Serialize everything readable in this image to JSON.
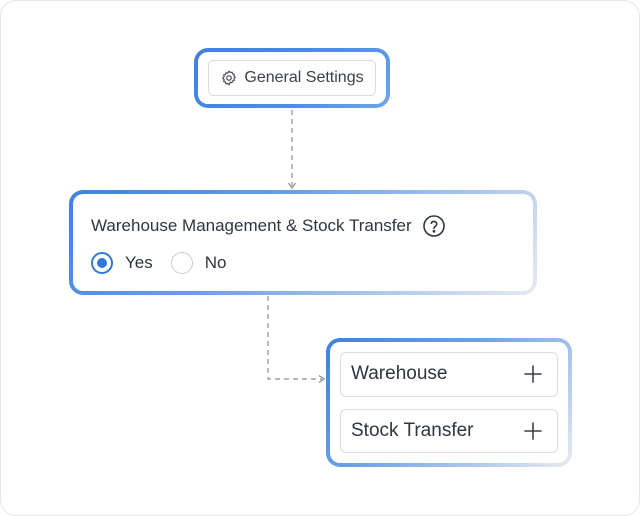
{
  "nodes": {
    "general_settings": {
      "label": "General Settings",
      "icon": "gear-icon"
    },
    "question": {
      "label": "Warehouse Management & Stock Transfer",
      "help_icon": "question-mark-icon",
      "options": [
        {
          "label": "Yes",
          "selected": true
        },
        {
          "label": "No",
          "selected": false
        }
      ]
    },
    "modules": [
      {
        "label": "Warehouse",
        "icon": "plus-icon"
      },
      {
        "label": "Stock Transfer",
        "icon": "plus-icon"
      }
    ]
  },
  "colors": {
    "accent": "#2f78dc",
    "frame_gradient_start": "#3e82dd",
    "frame_gradient_end": "#e7eaf0",
    "text": "#2f3440",
    "border": "#d9dce2",
    "connector": "#8a8f99"
  }
}
